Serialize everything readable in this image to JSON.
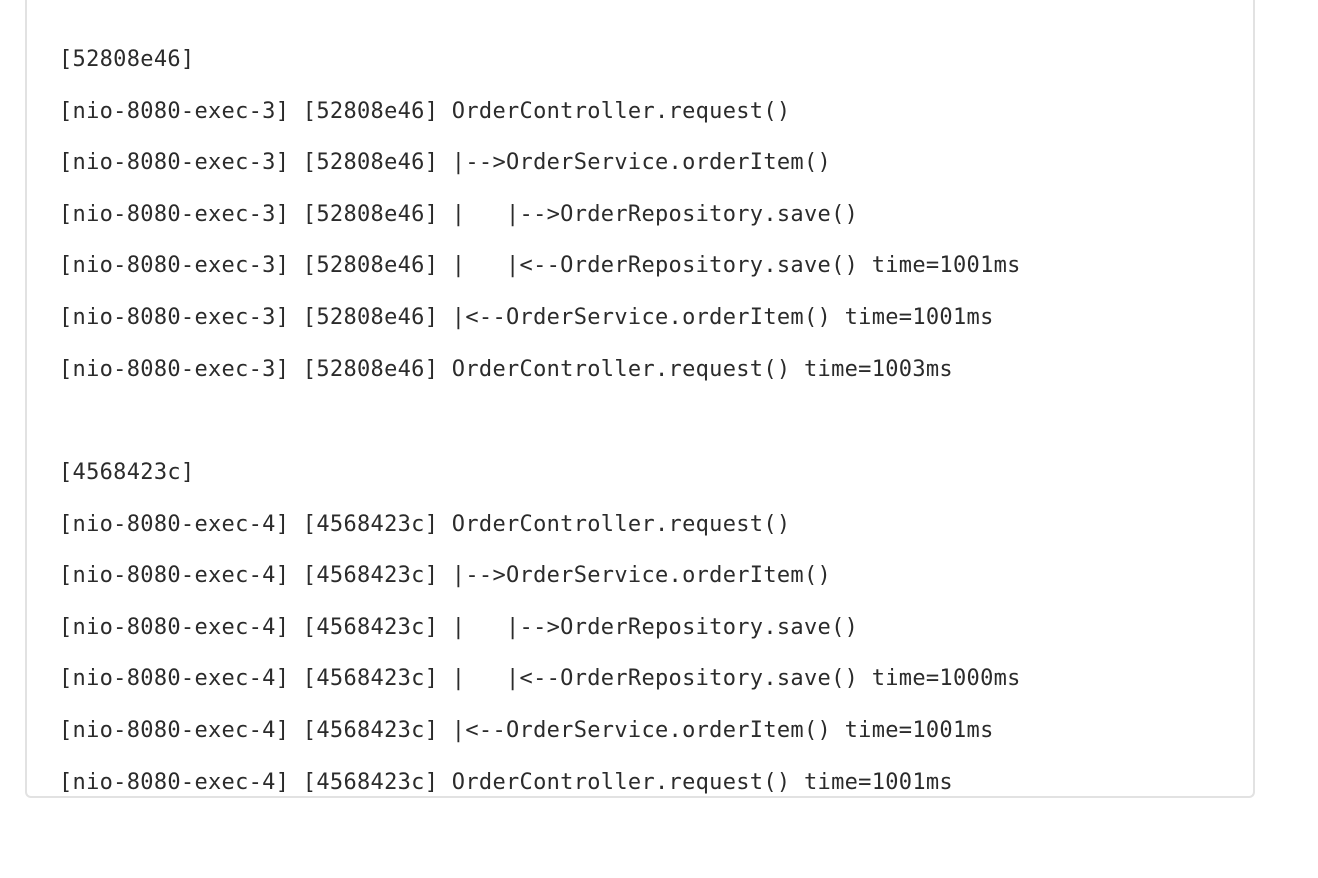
{
  "blocks": [
    {
      "lines": [
        "[52808e46]",
        "[nio-8080-exec-3] [52808e46] OrderController.request()",
        "[nio-8080-exec-3] [52808e46] |-->OrderService.orderItem()",
        "[nio-8080-exec-3] [52808e46] |   |-->OrderRepository.save()",
        "[nio-8080-exec-3] [52808e46] |   |<--OrderRepository.save() time=1001ms",
        "[nio-8080-exec-3] [52808e46] |<--OrderService.orderItem() time=1001ms",
        "[nio-8080-exec-3] [52808e46] OrderController.request() time=1003ms"
      ]
    },
    {
      "lines": [
        "[4568423c]",
        "[nio-8080-exec-4] [4568423c] OrderController.request()",
        "[nio-8080-exec-4] [4568423c] |-->OrderService.orderItem()",
        "[nio-8080-exec-4] [4568423c] |   |-->OrderRepository.save()",
        "[nio-8080-exec-4] [4568423c] |   |<--OrderRepository.save() time=1000ms",
        "[nio-8080-exec-4] [4568423c] |<--OrderService.orderItem() time=1001ms",
        "[nio-8080-exec-4] [4568423c] OrderController.request() time=1001ms"
      ]
    }
  ]
}
